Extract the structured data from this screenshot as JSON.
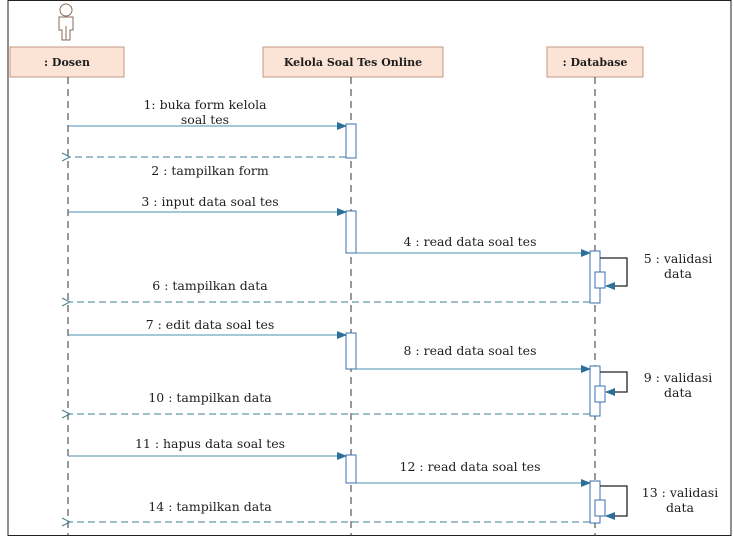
{
  "lifelines": [
    {
      "name": "dosen",
      "label": ": Dosen"
    },
    {
      "name": "kelola-soal-tes-online",
      "label": "Kelola Soal Tes Online"
    },
    {
      "name": "database",
      "label": ": Database"
    }
  ],
  "messages": [
    {
      "number": 1,
      "label": "1: buka form kelola\nsoal tes",
      "kind": "call",
      "from": "Dosen",
      "to": "Kelola Soal Tes Online"
    },
    {
      "number": 2,
      "label": "2 : tampilkan form",
      "kind": "return",
      "from": "Kelola Soal Tes Online",
      "to": "Dosen"
    },
    {
      "number": 3,
      "label": "3 : input data soal tes",
      "kind": "call",
      "from": "Dosen",
      "to": "Kelola Soal Tes Online"
    },
    {
      "number": 4,
      "label": "4 : read data soal tes",
      "kind": "call",
      "from": "Kelola Soal Tes Online",
      "to": "Database"
    },
    {
      "number": 5,
      "label": "5 : validasi\ndata",
      "kind": "self",
      "from": "Database",
      "to": "Database"
    },
    {
      "number": 6,
      "label": "6 : tampilkan data",
      "kind": "return",
      "from": "Database",
      "to": "Dosen"
    },
    {
      "number": 7,
      "label": "7 : edit data soal tes",
      "kind": "call",
      "from": "Dosen",
      "to": "Kelola Soal Tes Online"
    },
    {
      "number": 8,
      "label": "8 : read data soal tes",
      "kind": "call",
      "from": "Kelola Soal Tes Online",
      "to": "Database"
    },
    {
      "number": 9,
      "label": "9 : validasi\ndata",
      "kind": "self",
      "from": "Database",
      "to": "Database"
    },
    {
      "number": 10,
      "label": "10 : tampilkan data",
      "kind": "return",
      "from": "Database",
      "to": "Dosen"
    },
    {
      "number": 11,
      "label": "11 : hapus data soal tes",
      "kind": "call",
      "from": "Dosen",
      "to": "Kelola Soal Tes Online"
    },
    {
      "number": 12,
      "label": "12 : read data soal tes",
      "kind": "call",
      "from": "Kelola Soal Tes Online",
      "to": "Database"
    },
    {
      "number": 13,
      "label": "13 : validasi\ndata",
      "kind": "self",
      "from": "Database",
      "to": "Database"
    },
    {
      "number": 14,
      "label": "14 : tampilkan data",
      "kind": "return",
      "from": "Database",
      "to": "Dosen"
    }
  ],
  "colors": {
    "header_fill": "#fbe3d6",
    "header_border": "#c49a85",
    "call_line": "#4b8fb0",
    "return_line": "#3f7f9a",
    "lifeline": "#333333",
    "activation_border": "#3a6fb0",
    "actor_stroke": "#8a6a5a",
    "text": "#1e1e1e"
  },
  "icons": {
    "actor": "stick-figure-actor-icon"
  }
}
